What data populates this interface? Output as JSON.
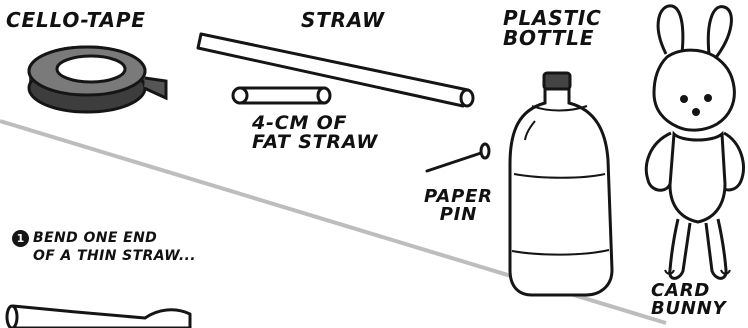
{
  "labels": {
    "cello_tape": "CELLO-TAPE",
    "straw": "STRAW",
    "plastic_bottle": [
      "PLASTIC",
      "BOTTLE"
    ],
    "fat_straw": [
      "4-CM OF",
      "FAT STRAW"
    ],
    "paper_pin": [
      "PAPER",
      "PIN"
    ],
    "card_bunny": [
      "CARD",
      "BUNNY"
    ]
  },
  "step": {
    "number": "1",
    "text": [
      "BEND ONE END",
      "OF A THIN STRAW..."
    ]
  },
  "colors": {
    "ink": "#151515",
    "divider": "#bdbdbd",
    "tape_fill": "#6e6e6e",
    "tape_side": "#3d3d3d",
    "bottle_cap": "#444444"
  }
}
